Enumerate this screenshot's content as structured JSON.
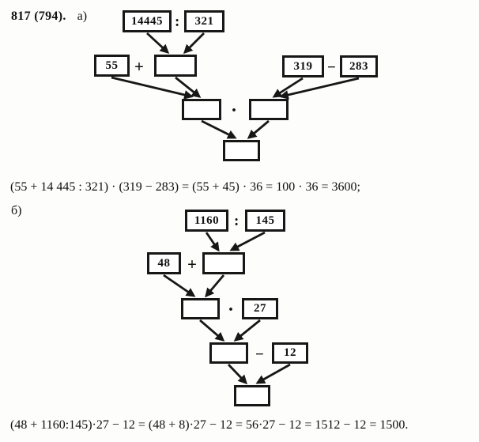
{
  "header": {
    "problem_number": "817 (794).",
    "part_a_label": "а)"
  },
  "part_b_label": "б)",
  "diagram_a": {
    "dividend": "14445",
    "colon": ":",
    "divisor": "321",
    "addend": "55",
    "plus": "+",
    "minuend": "319",
    "minus": "−",
    "subtrahend": "283",
    "dot": "·",
    "equation": "(55 + 14 445 : 321) · (319 − 283) = (55 + 45) · 36 = 100 · 36 = 3600;"
  },
  "diagram_b": {
    "dividend": "1160",
    "colon": ":",
    "divisor": "145",
    "addend": "48",
    "plus": "+",
    "multiplier": "27",
    "dot": "·",
    "subtrahend": "12",
    "minus": "−",
    "equation": "(48 + 1160:145)·27 − 12 = (48 + 8)·27 − 12 = 56·27 − 12 = 1512 − 12 = 1500."
  }
}
